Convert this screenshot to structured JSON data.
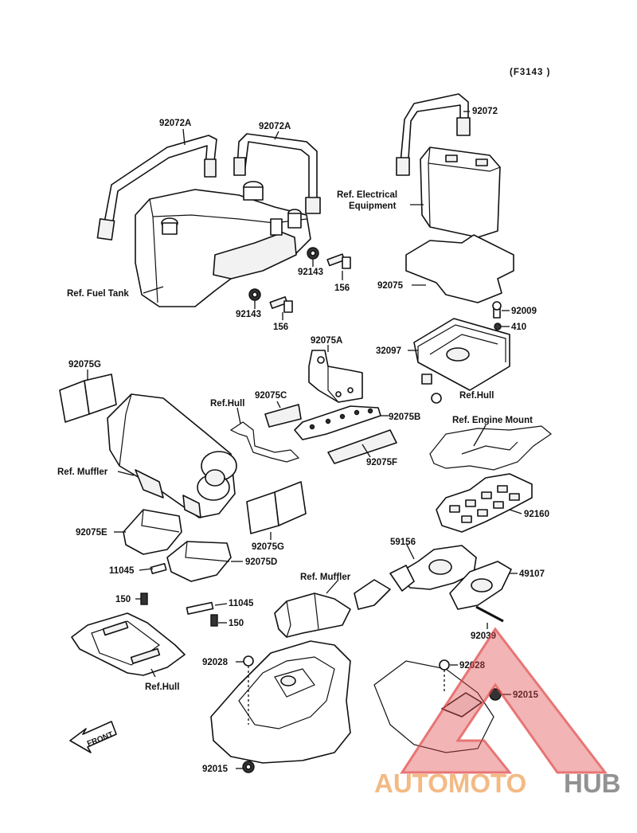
{
  "code": "(F3143 )",
  "labels": {
    "l92072a_1": "92072A",
    "l92072a_2": "92072A",
    "l92072": "92072",
    "l_ref_electrical_1": "Ref. Electrical",
    "l_ref_electrical_2": "Equipment",
    "l_ref_fuel_tank": "Ref. Fuel Tank",
    "l92143_a": "92143",
    "l156_a": "156",
    "l92143_b": "92143",
    "l156_b": "156",
    "l92075": "92075",
    "l92009": "92009",
    "l410": "410",
    "l32097": "32097",
    "l92075a": "92075A",
    "l_ref_hull_1": "Ref.Hull",
    "l92075g_1": "92075G",
    "l_ref_hull_2": "Ref.Hull",
    "l92075c": "92075C",
    "l92075b": "92075B",
    "l_ref_engine_mount": "Ref. Engine Mount",
    "l92075f": "92075F",
    "l_ref_muffler_1": "Ref. Muffler",
    "l92160": "92160",
    "l92075e": "92075E",
    "l92075g_2": "92075G",
    "l59156": "59156",
    "l92075d": "92075D",
    "l11045_a": "11045",
    "l_ref_muffler_2": "Ref. Muffler",
    "l49107": "49107",
    "l150_a": "150",
    "l11045_b": "11045",
    "l150_b": "150",
    "l92039": "92039",
    "l92028_a": "92028",
    "l92028_b": "92028",
    "l92015_a": "92015",
    "l_ref_hull_3": "Ref.Hull",
    "l92015_b": "92015",
    "front": "FRONT"
  },
  "watermark": {
    "part1": "AUTOMOTO",
    "part2": "HUB",
    "color1": "#f0a35c",
    "color2": "#6e6e6e",
    "triangle_color": "#e04848"
  }
}
